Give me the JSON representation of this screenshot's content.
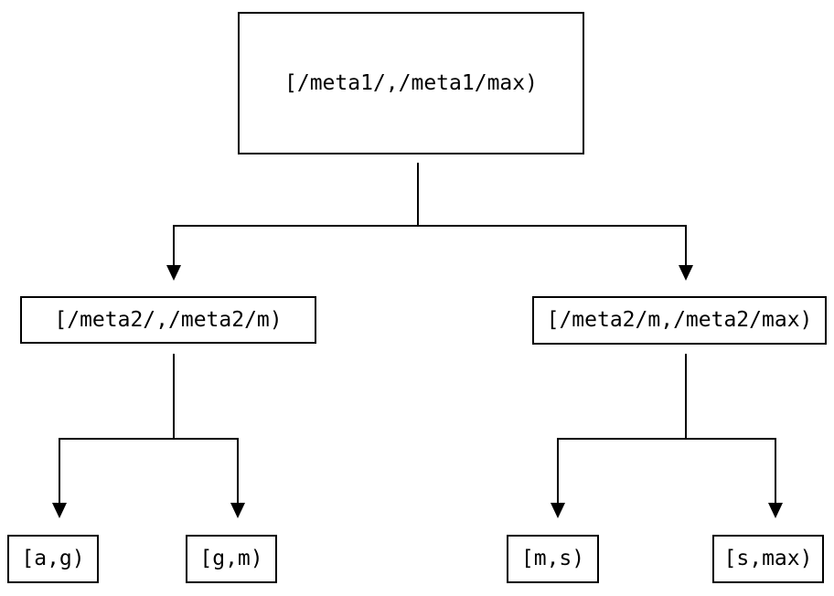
{
  "diagram": {
    "type": "tree",
    "nodes": {
      "root": {
        "label": "[/meta1/,/meta1/max)"
      },
      "l2_left": {
        "label": "[/meta2/,/meta2/m)"
      },
      "l2_right": {
        "label": "[/meta2/m,/meta2/max)"
      },
      "leaf_ag": {
        "label": "[a,g)"
      },
      "leaf_gm": {
        "label": "[g,m)"
      },
      "leaf_ms": {
        "label": "[m,s)"
      },
      "leaf_smax": {
        "label": "[s,max)"
      }
    },
    "edges": [
      {
        "from": "root",
        "to": "l2_left"
      },
      {
        "from": "root",
        "to": "l2_right"
      },
      {
        "from": "l2_left",
        "to": "leaf_ag"
      },
      {
        "from": "l2_left",
        "to": "leaf_gm"
      },
      {
        "from": "l2_right",
        "to": "leaf_ms"
      },
      {
        "from": "l2_right",
        "to": "leaf_smax"
      }
    ],
    "colors": {
      "line": "#000000",
      "box_border": "#000000",
      "box_background": "#ffffff",
      "text": "#000000",
      "page_background": "#ffffff"
    }
  }
}
